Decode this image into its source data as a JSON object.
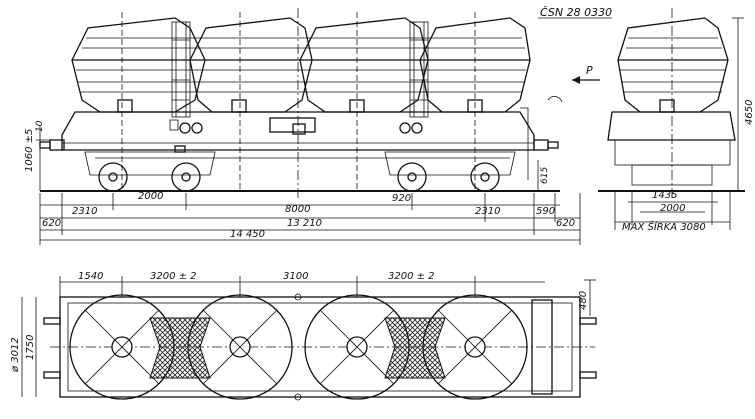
{
  "standard_label": "ČSN 28 0330",
  "direction_label": "P",
  "dimensions": {
    "height_left": "1060 ±5",
    "height_left_sub": "10",
    "overall_height": "4650",
    "side_615": "615",
    "wheel_920": "920",
    "d2000": "2000",
    "d2310_left": "2310",
    "d8000": "8000",
    "d2310_right": "2310",
    "d590": "590",
    "d620_left": "620",
    "d13210": "13 210",
    "d620_right": "620",
    "d14450": "14 450",
    "gauge_1435": "1435",
    "end_2000": "2000",
    "max_width": "MAX ŠÍRKA  3080",
    "top_1540": "1540",
    "top_3200_left": "3200 ± 2",
    "top_3100": "3100",
    "top_3200_right": "3200 ± 2",
    "d480": "480",
    "dia_3012": "ø 3012",
    "d1750": "1750"
  }
}
